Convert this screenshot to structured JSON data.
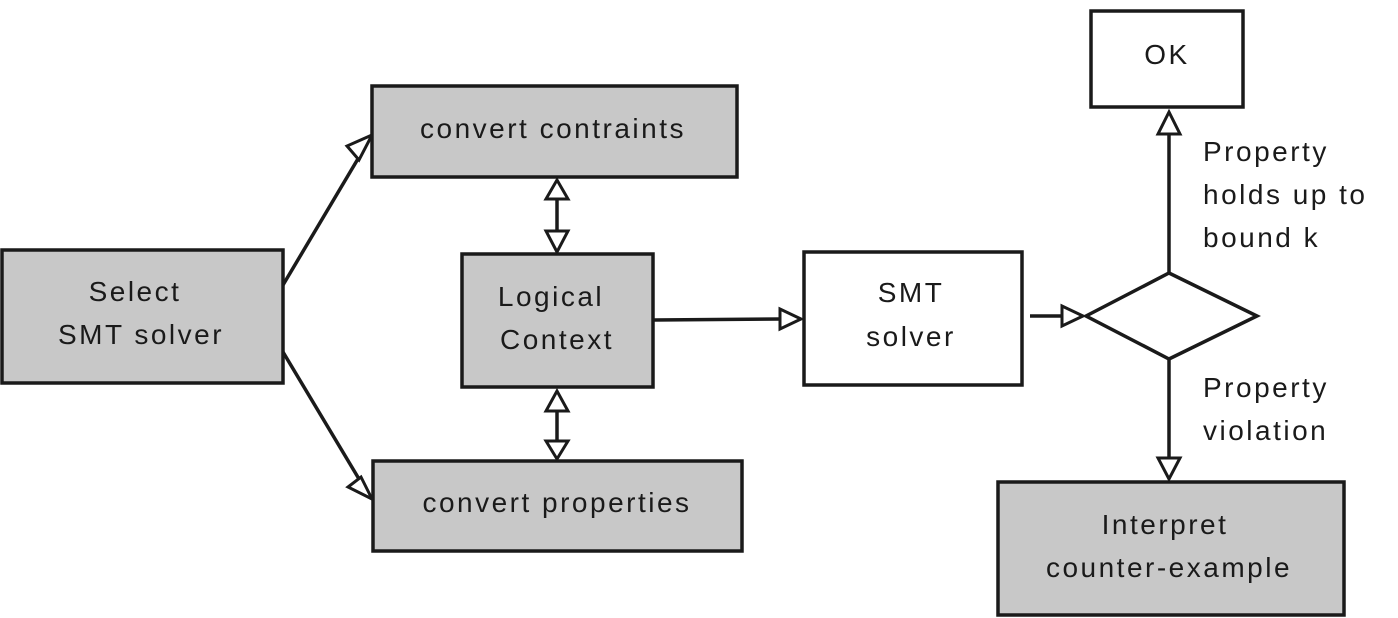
{
  "nodes": {
    "select_solver": {
      "lines": [
        "Select",
        "SMT solver"
      ]
    },
    "convert_constraints": {
      "lines": [
        "convert contraints"
      ]
    },
    "logical_context": {
      "lines": [
        "Logical",
        "Context"
      ]
    },
    "convert_properties": {
      "lines": [
        "convert properties"
      ]
    },
    "smt_solver": {
      "lines": [
        "SMT",
        "solver"
      ]
    },
    "ok": {
      "lines": [
        "OK"
      ]
    },
    "interpret": {
      "lines": [
        "Interpret",
        "counter-example"
      ]
    }
  },
  "decision": {
    "holds_label": [
      "Property",
      "holds up to",
      "bound k"
    ],
    "violation_label": [
      "Property",
      "violation"
    ]
  },
  "colors": {
    "shaded_fill": "#c8c8c8",
    "stroke": "#1a1a1a",
    "background": "#ffffff"
  }
}
